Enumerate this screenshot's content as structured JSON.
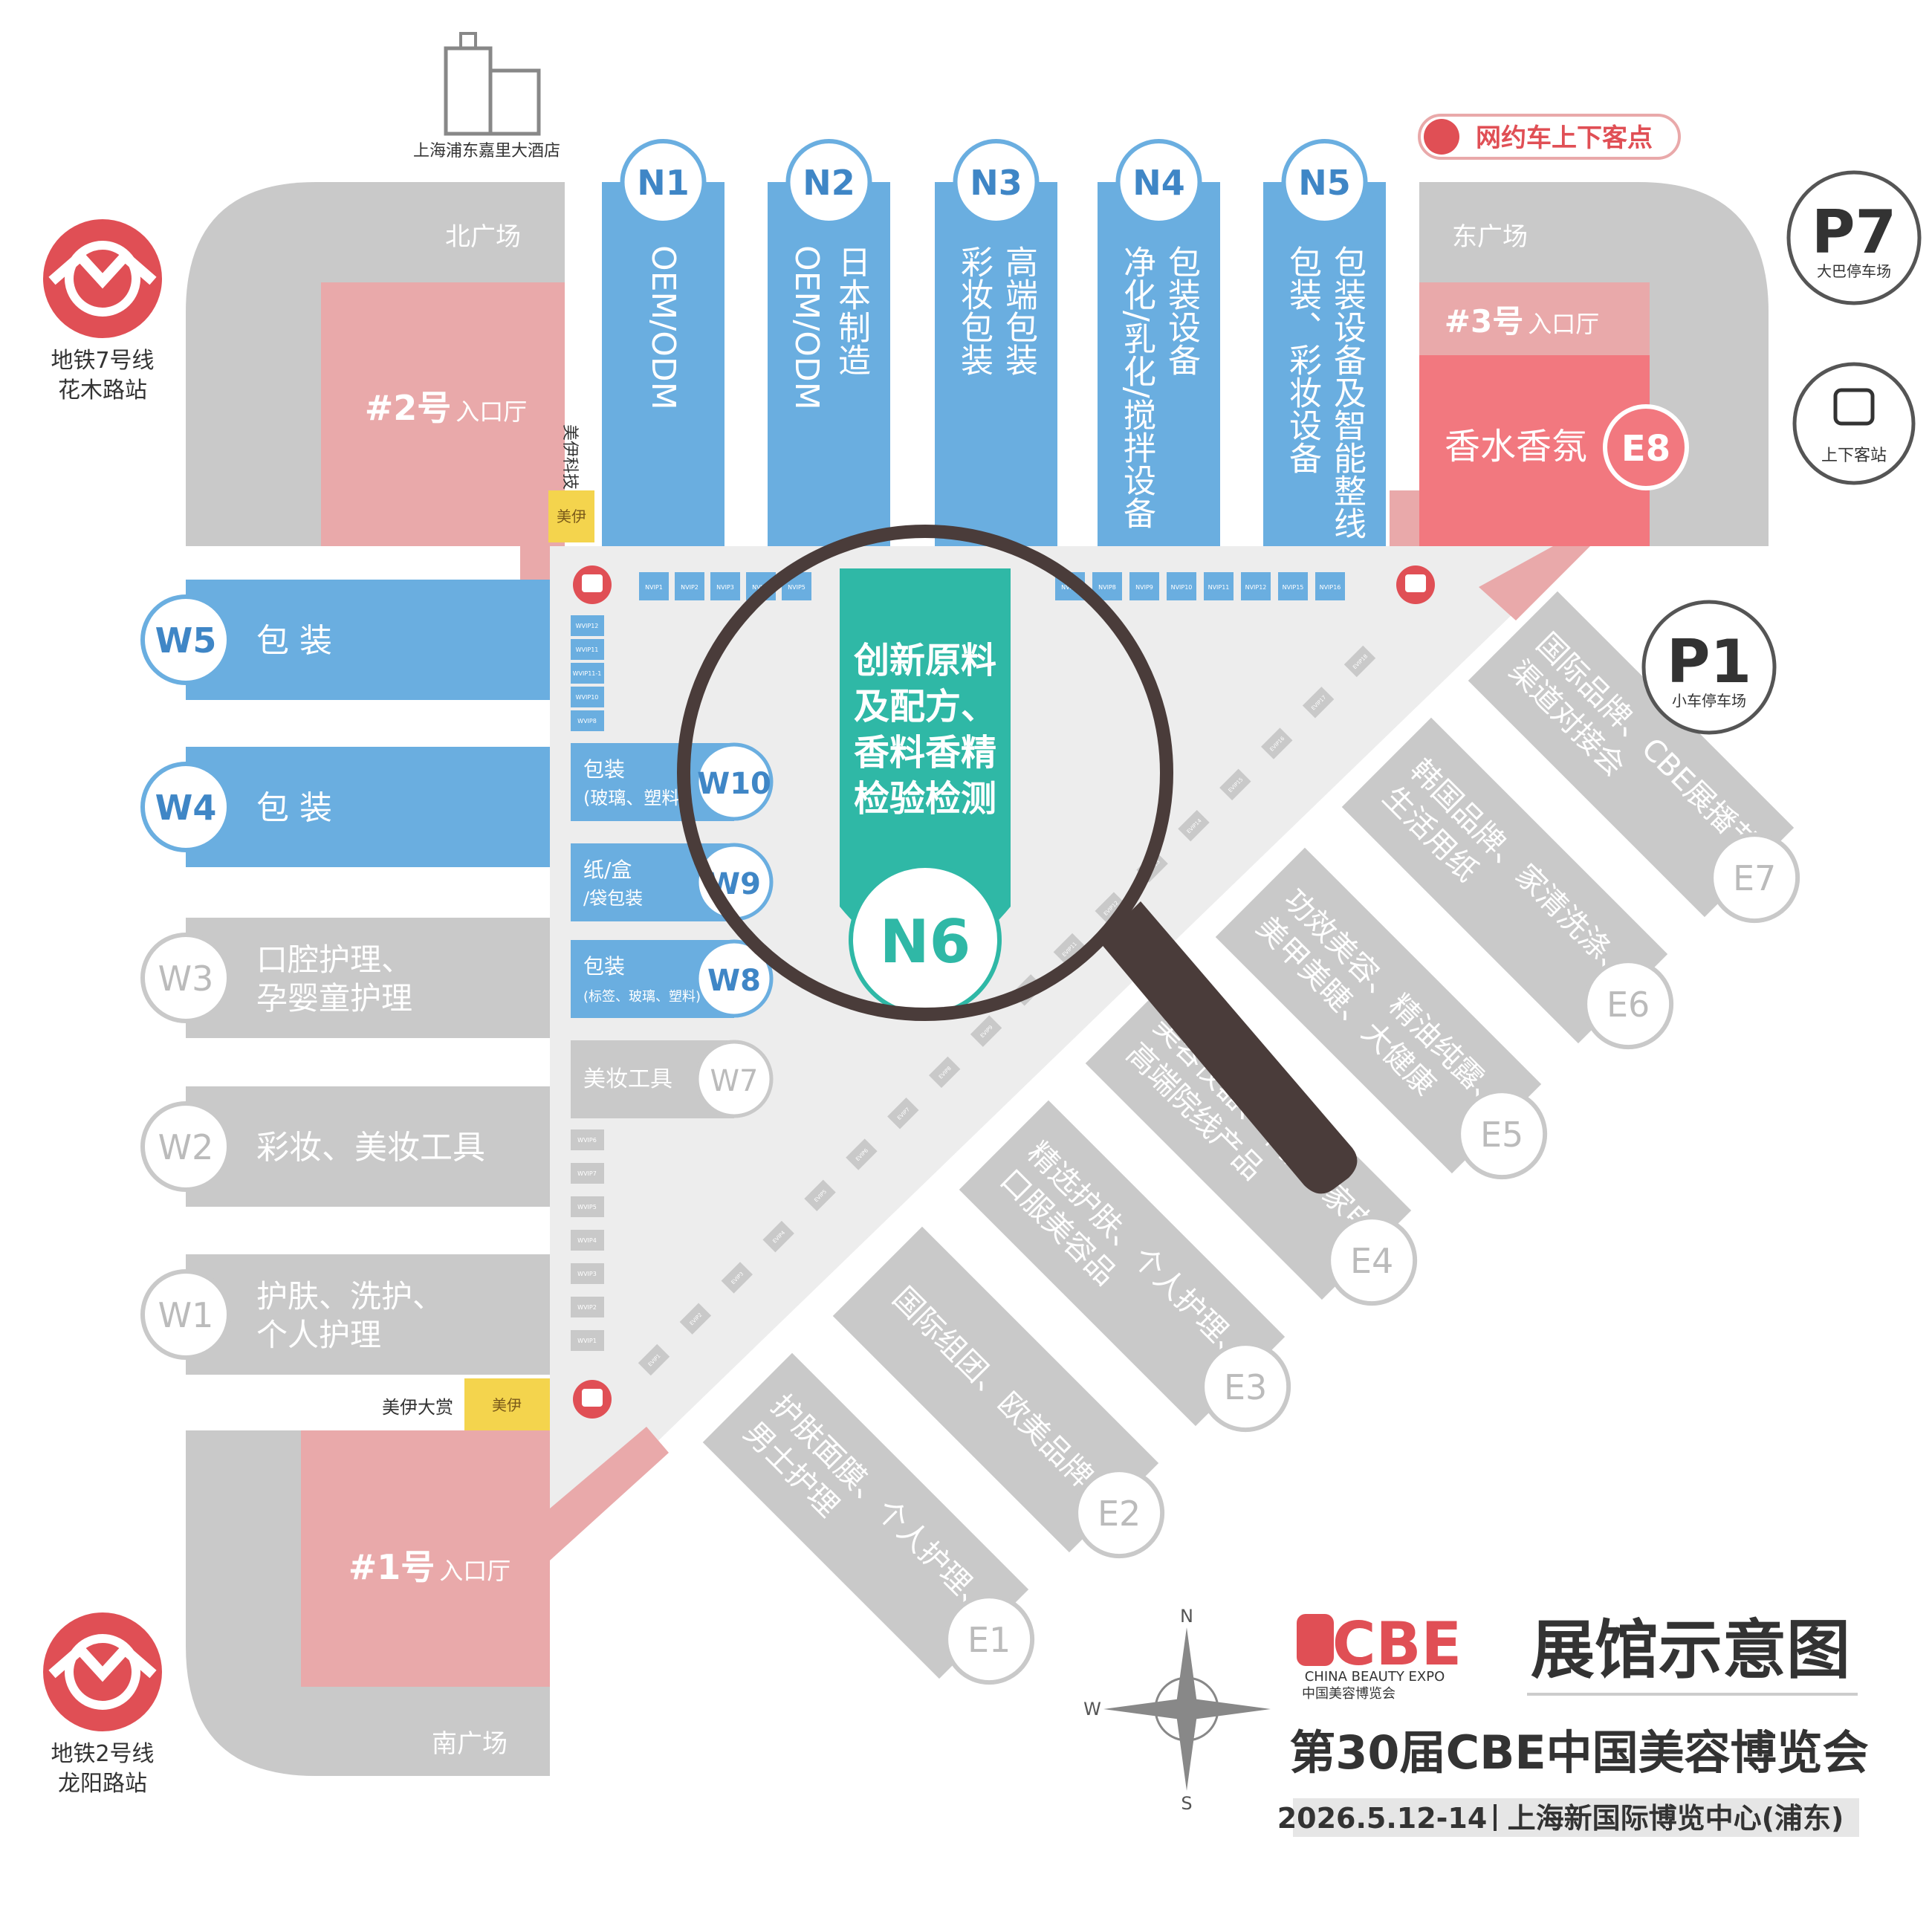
{
  "colors": {
    "blue": "#6aaee0",
    "blue_dark": "#3f86c6",
    "grey": "#c9c9c9",
    "grey_bg": "#ededed",
    "pink": "#e9a9aa",
    "pink_strong": "#f2787f",
    "teal": "#2fb8a6",
    "red": "#e04f55",
    "yellow": "#f4d44d",
    "magnifier": "#4a3c3a"
  },
  "landmarks": {
    "hotel": "上海浦东嘉里大酒店",
    "ride_hailing": "网约车上下客点",
    "metro7_line": "地铁7号线",
    "metro7_station": "花木路站",
    "metro2_line": "地铁2号线",
    "metro2_station": "龙阳路站",
    "p7_code": "P7",
    "p7_label": "大巴停车场",
    "p1_code": "P1",
    "p1_label": "小车停车场",
    "bus_stop_label": "上下客站"
  },
  "plazas": {
    "north": "北广场",
    "east": "东广场",
    "south": "南广场"
  },
  "entrances": {
    "e2_num": "#2号",
    "e2_suffix": "入口厅",
    "e3_num": "#3号",
    "e3_suffix": "入口厅",
    "e1_num": "#1号",
    "e1_suffix": "入口厅"
  },
  "sponsors": {
    "top": "美伊科技",
    "bottom": "美伊大赏",
    "logo_text": "美伊"
  },
  "north_halls": [
    {
      "code": "N1",
      "lines": [
        "OEM/ODM"
      ]
    },
    {
      "code": "N2",
      "lines": [
        "日本制造",
        "OEM/ODM"
      ]
    },
    {
      "code": "N3",
      "lines": [
        "高端包装",
        "彩妆包装"
      ]
    },
    {
      "code": "N4",
      "lines": [
        "包装设备",
        "净化/乳化/搅拌设备"
      ]
    },
    {
      "code": "N5",
      "lines": [
        "包装设备及智能整线",
        "包装、彩妆设备"
      ]
    }
  ],
  "n6": {
    "code": "N6",
    "lines": [
      "创新原料",
      "及配方、",
      "香料香精",
      "检验检测"
    ]
  },
  "e8": {
    "code": "E8",
    "label": "香水香氛"
  },
  "west_halls": [
    {
      "code": "W5",
      "lines": [
        "包 装"
      ]
    },
    {
      "code": "W4",
      "lines": [
        "包 装"
      ]
    },
    {
      "code": "W3",
      "lines": [
        "口腔护理、",
        "孕婴童护理"
      ]
    },
    {
      "code": "W2",
      "lines": [
        "彩妆、美妆工具"
      ]
    },
    {
      "code": "W1",
      "lines": [
        "护肤、洗护、",
        "个人护理"
      ]
    }
  ],
  "small_west_halls": [
    {
      "code": "W10",
      "line1": "包装",
      "line2": "(玻璃、塑料)"
    },
    {
      "code": "W9",
      "line1": "纸/盒",
      "line2": "/袋包装"
    },
    {
      "code": "W8",
      "line1": "包装",
      "line2": "(标签、玻璃、塑料)"
    },
    {
      "code": "W7",
      "line1": "美妆工具",
      "line2": ""
    }
  ],
  "east_halls": [
    {
      "code": "E7",
      "lines": [
        "国际品牌、CBE展播节、",
        "渠道对接会"
      ]
    },
    {
      "code": "E6",
      "lines": [
        "韩国品牌、家清洗涤、",
        "生活用纸"
      ]
    },
    {
      "code": "E5",
      "lines": [
        "功效美容、精油纯露、",
        "美甲美睫、大健康"
      ]
    },
    {
      "code": "E4",
      "lines": [
        "美容仪器、个护小家电、",
        "高端院线产品"
      ]
    },
    {
      "code": "E3",
      "lines": [
        "精选护肤、个人护理、",
        "口服美容品"
      ]
    },
    {
      "code": "E2",
      "lines": [
        "国际组团、欧美品牌"
      ]
    },
    {
      "code": "E1",
      "lines": [
        "护肤面膜、个人护理、",
        "男士护理"
      ]
    }
  ],
  "vip_rooms_north": [
    "NVIP1",
    "NVIP2",
    "NVIP3",
    "NVIP4",
    "NVIP5",
    "NVIP7",
    "NVIP8",
    "NVIP9",
    "NVIP10",
    "NVIP11",
    "NVIP12",
    "NVIP15",
    "NVIP16"
  ],
  "vip_rooms_west": [
    "WVIP12",
    "WVIP11",
    "WVIP11-1",
    "WVIP10",
    "WVIP8",
    "WVIP6",
    "WVIP7",
    "WVIP5",
    "WVIP4",
    "WVIP3",
    "WVIP2",
    "WVIP1"
  ],
  "vip_rooms_east": [
    "EVIP1",
    "EVIP2",
    "EVIP3",
    "EVIP4",
    "EVIP5",
    "EVIP6",
    "EVIP7",
    "EVIP8",
    "EVIP9",
    "EVIP10",
    "EVIP11",
    "EVIP12",
    "EVIP13",
    "EVIP14",
    "EVIP15",
    "EVIP16",
    "EVIP17",
    "EVIP18"
  ],
  "compass": {
    "n": "N",
    "s": "S",
    "w": "W"
  },
  "brand": {
    "name": "CBE",
    "en": "CHINA BEAUTY EXPO",
    "cn": "中国美容博览会",
    "title": "展馆示意图",
    "edition": "第30届CBE中国美容博览会",
    "date": "2026.5.12-14",
    "venue": "上海新国际博览中心(浦东)"
  }
}
